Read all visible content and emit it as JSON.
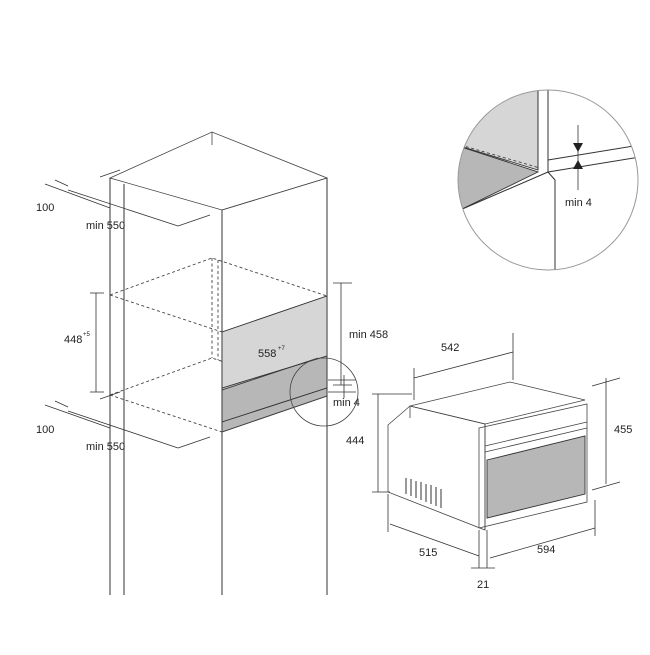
{
  "dimensions": {
    "cabinet_upper_depth_offset": "100",
    "cabinet_upper_depth": "min 550",
    "niche_height": "448",
    "niche_height_tolerance": "+5",
    "niche_width": "558",
    "niche_width_tolerance": "+7",
    "niche_min_height": "min 458",
    "shelf_gap": "min 4",
    "cabinet_lower_depth_offset": "100",
    "cabinet_lower_depth": "min 550",
    "oven_body_width": "542",
    "oven_body_height": "444",
    "oven_front_height": "455",
    "oven_depth": "515",
    "oven_front_width": "594",
    "oven_front_thickness": "21",
    "detail_gap": "min 4"
  },
  "colors": {
    "line": "#333333",
    "fill_dark": "#b7b7b7",
    "fill_light": "#d6d6d6"
  }
}
